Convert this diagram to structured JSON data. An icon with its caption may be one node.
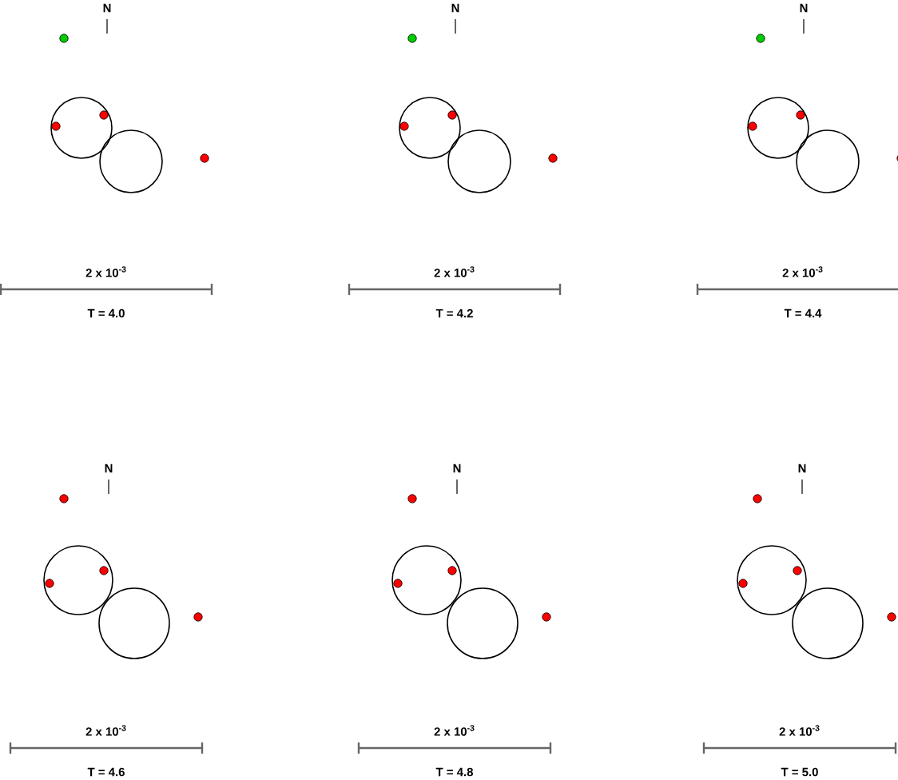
{
  "diagram": {
    "labels": [
      "N",
      "N",
      "N",
      "2 x 10$^{-3}$",
      "2 x 10$^{-3}$",
      "2 x 10$^{-3}$",
      "T = 4.0",
      "T = 4.2",
      "T = 4.4",
      "N",
      "N",
      "N",
      "2 x 10$^{-3}$",
      "2 x 10$^{-3}$",
      "2 x 10$^{-3}$",
      "T = 4.6",
      "T = 4.8",
      "T = 5.0"
    ]
  }
}
